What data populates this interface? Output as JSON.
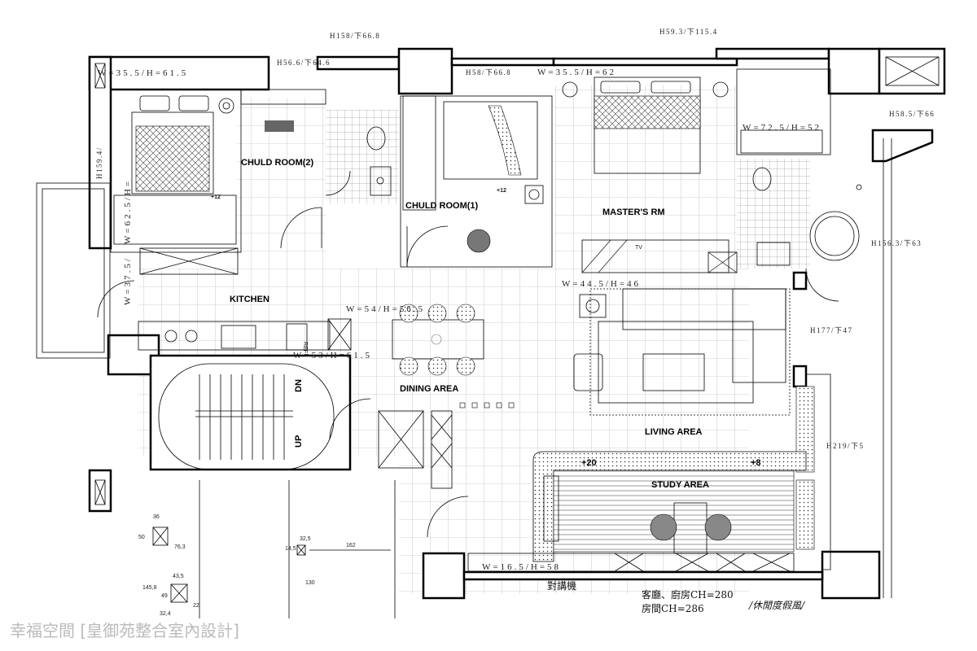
{
  "rooms": {
    "child_room_2": "CHULD ROOM(2)",
    "child_room_1": "CHULD ROOM(1)",
    "master_room": "MASTER'S RM",
    "kitchen": "KITCHEN",
    "dining_area": "DINING AREA",
    "living_area": "LIVING AREA",
    "study_area": "STUDY  AREA"
  },
  "window_dims": {
    "top_left": "H158/下66.8",
    "top_mid": "H59.3/下115.4",
    "child2_win": "W=35.5/H=61.5",
    "child2_upper": "H56.6/下64.6",
    "child1_win": "H58/下66.8",
    "master_win": "W=35.5/H=62",
    "master_bath_win": "W=72.5/H=52",
    "right_upper": "H58.5/下66",
    "right_mid": "H156.3/下63",
    "right_side": "H177/下47",
    "right_lower": "H219/下5",
    "left_upper": "H159.4/",
    "left_mid": "W=62.5/H=",
    "left_lower": "W=37.5/",
    "dining_win": "W=54/H=56.5",
    "kitchen_win": "W=53/H=61.5",
    "living_win": "W=44.5/H=46",
    "study_win": "W=16.5/H=58"
  },
  "labels": {
    "ref": "REF",
    "dn": "DN",
    "up": "UP",
    "plus12_a": "+12",
    "plus12_b": "+12",
    "plus20": "+20",
    "plus8": "+8",
    "tv": "TV",
    "ac_unit": "對講機",
    "ceiling_line1": "客廳、廚房CH=280",
    "ceiling_line2": "房間CH=286",
    "style": "/休閒度假風/",
    "watermark": "幸福空間 [皇御苑整合室內設計]"
  },
  "mini_dims": {
    "d36": "36",
    "d50": "50",
    "d763": "76,3",
    "d145": "14,5",
    "d325": "32,5",
    "d162": "162",
    "d435": "43,5",
    "d1458": "145,8",
    "d49": "49",
    "d324": "32,4",
    "d22": "22",
    "d130": "130"
  }
}
